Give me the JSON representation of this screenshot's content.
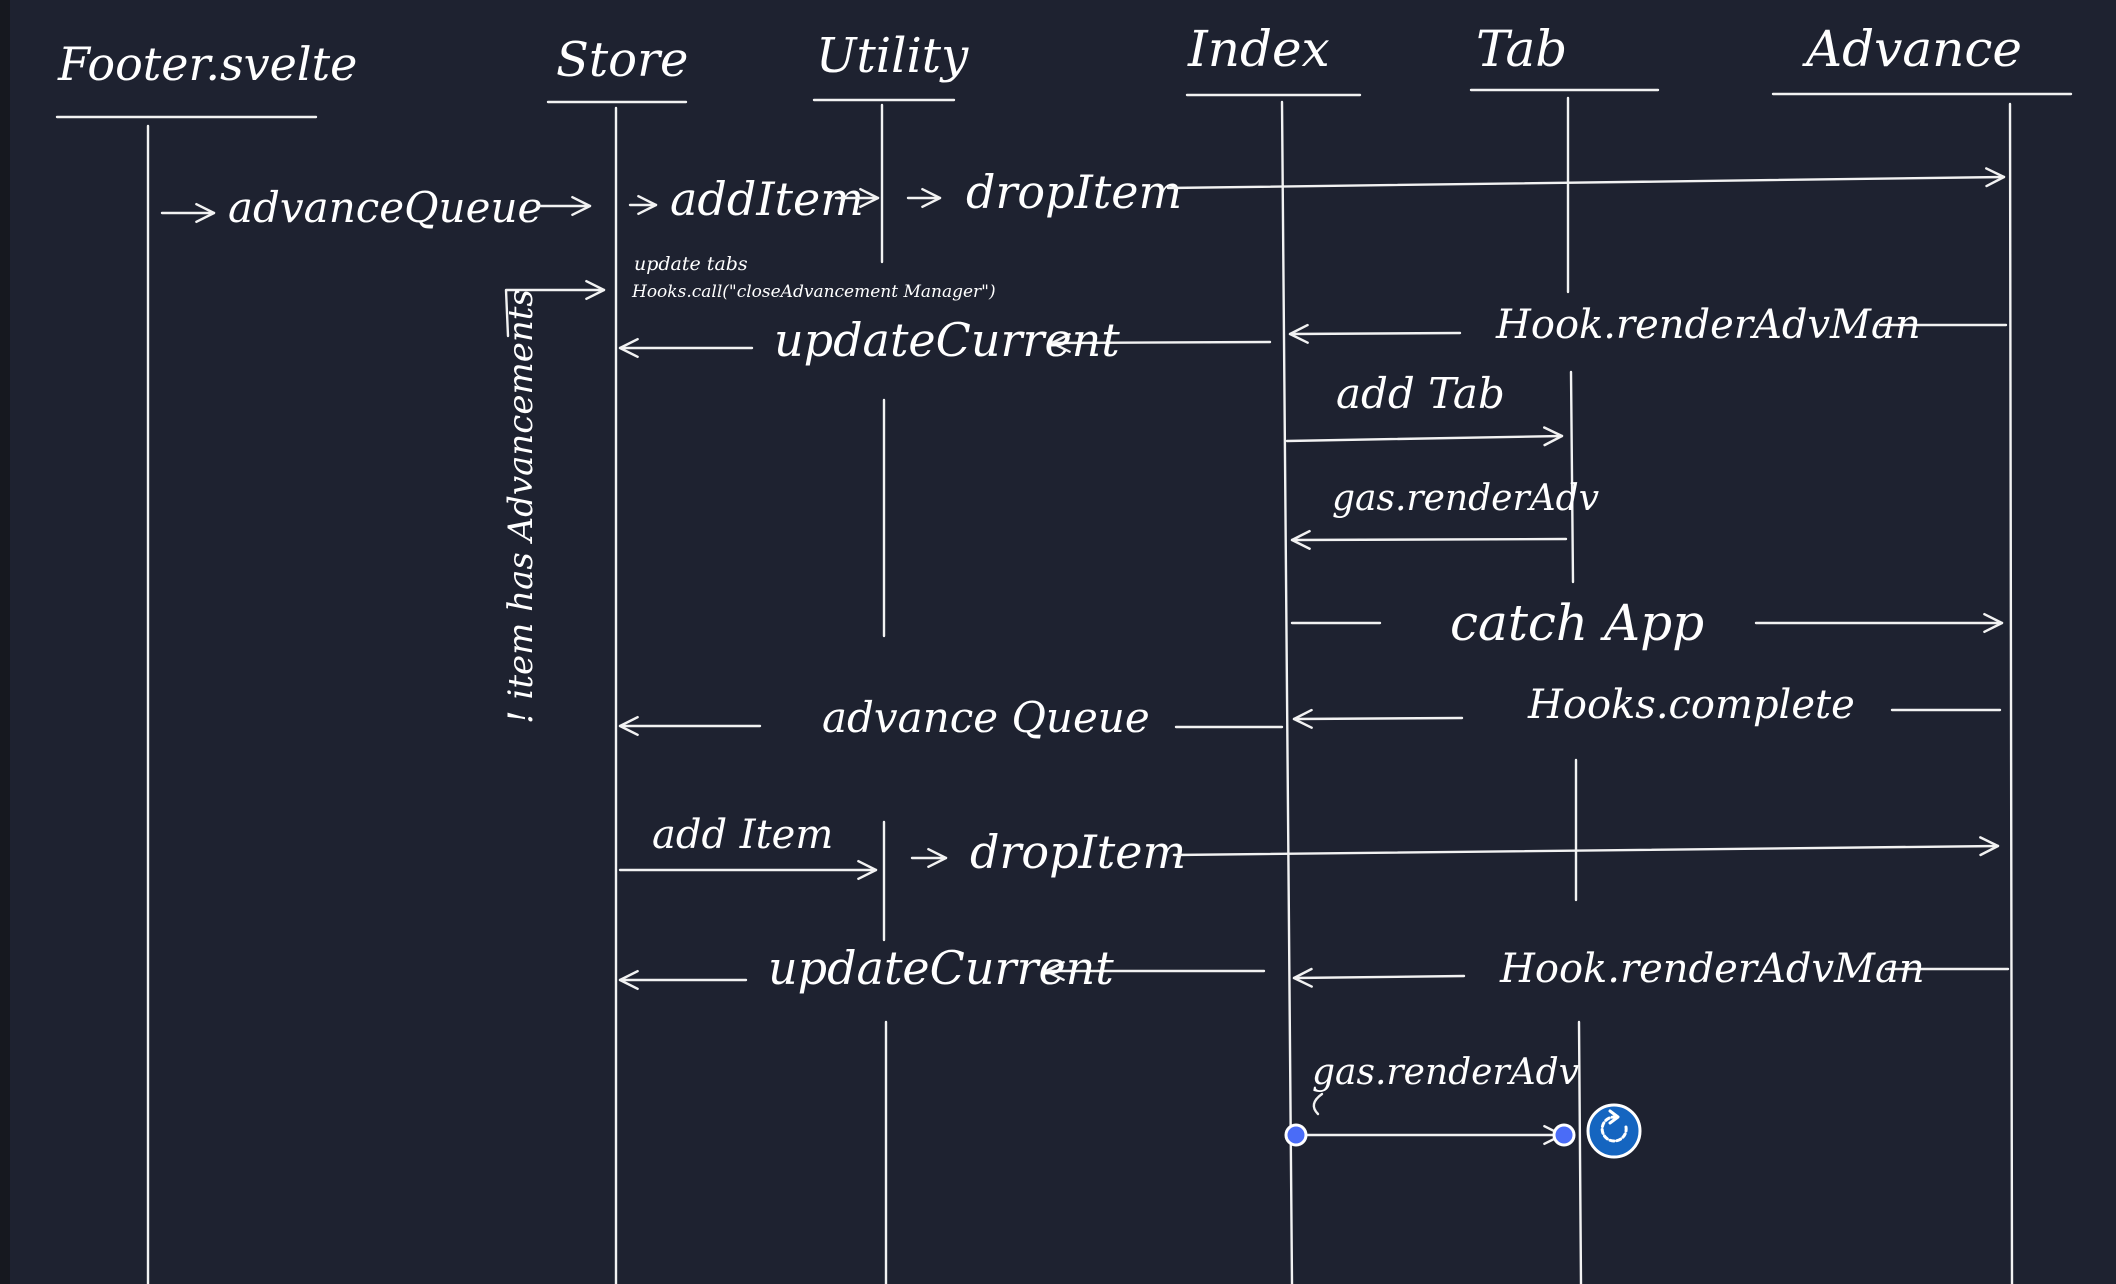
{
  "participants": [
    {
      "id": "footer",
      "label": "Footer.svelte"
    },
    {
      "id": "store",
      "label": "Store"
    },
    {
      "id": "utility",
      "label": "Utility"
    },
    {
      "id": "index",
      "label": "Index"
    },
    {
      "id": "tab",
      "label": "Tab"
    },
    {
      "id": "advance",
      "label": "Advance"
    }
  ],
  "messages": {
    "advance_queue_1": "advanceQueue",
    "add_item_1": "addItem",
    "drop_item_1": "dropItem",
    "note_update_tabs": "update tabs",
    "note_hooks_call": "Hooks.call(\"closeAdvancement Manager\")",
    "condition": "! item has Advancements",
    "update_current_1": "updateCurrent",
    "hook_render_1": "Hook.renderAdvMan",
    "add_tab": "add Tab",
    "gas_render_1": "gas.renderAdv",
    "catch_app": "catch App",
    "advance_queue_2": "advance Queue",
    "hooks_complete": "Hooks.complete",
    "add_item_2": "add Item",
    "drop_item_2": "dropItem",
    "update_current_2": "updateCurrent",
    "hook_render_2": "Hook.renderAdvMan",
    "gas_render_2": "gas.renderAdv"
  },
  "colors": {
    "background": "#1e2230",
    "ink": "#f2f2f2",
    "selection": "#4a6cf7",
    "rotate_handle": "#1565c0"
  },
  "icons": {
    "rotate_handle": "rotate-icon"
  }
}
